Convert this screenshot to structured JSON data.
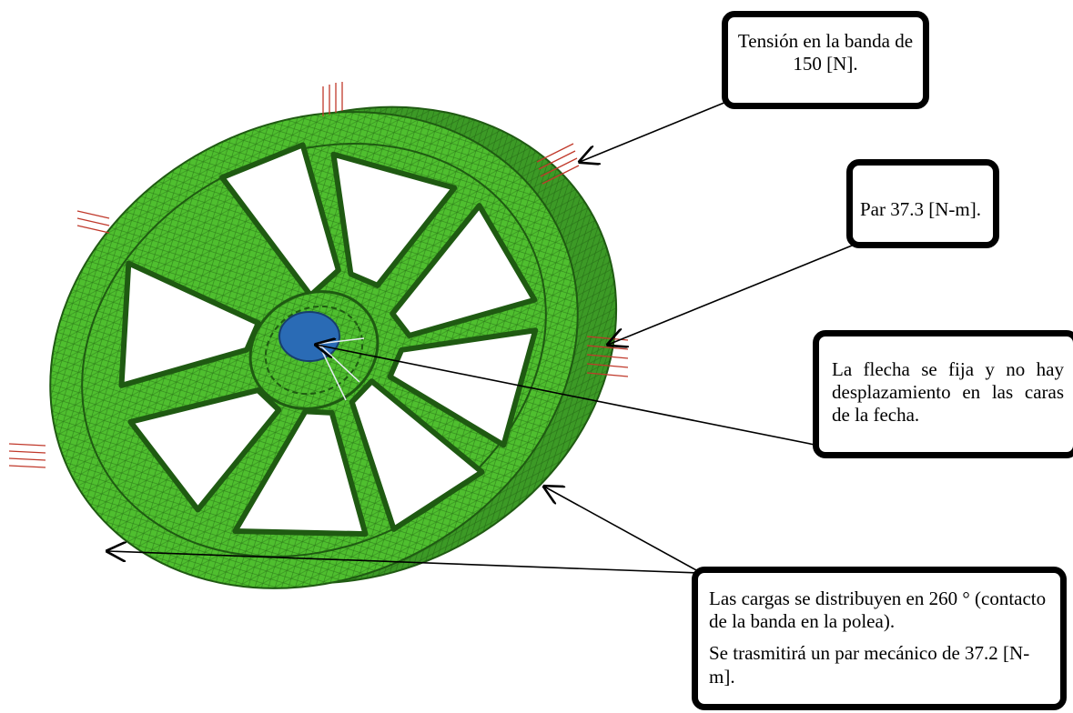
{
  "callouts": {
    "tension": {
      "text": "Tensión en la banda de 150 [N]."
    },
    "par": {
      "text": "Par 37.3 [N-m]."
    },
    "flecha": {
      "text": "La flecha se fija y no hay desplazamiento en las caras de la fecha."
    },
    "cargas": {
      "line1": "Las cargas se distribuyen en 260 ° (contacto de la banda en la polea).",
      "line2": "Se trasmitirá un par mecánico de 37.2 [N-m]."
    }
  },
  "colors": {
    "mesh_green": "#4fbf2f",
    "mesh_green_dark": "#2e7d1a",
    "rim_side": "#3c9a26",
    "hub_blue": "#2a6bb5",
    "load_arrows": "#c0392b",
    "callout_border": "#000000",
    "arrow_line": "#000000"
  }
}
